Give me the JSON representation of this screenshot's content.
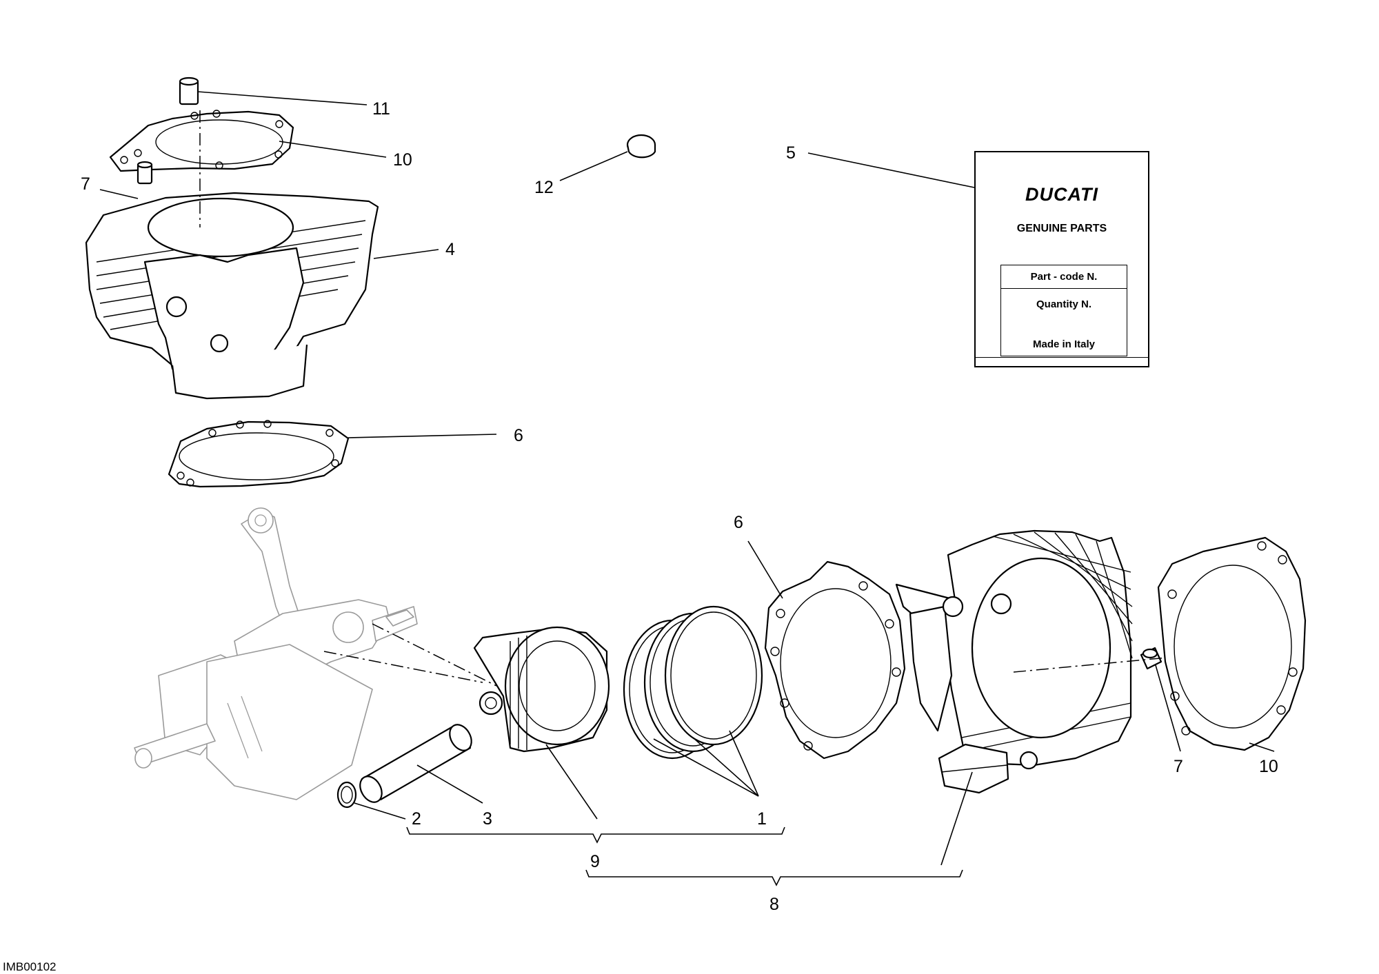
{
  "callouts": {
    "c11": "11",
    "c10_top": "10",
    "c7_top": "7",
    "c4": "4",
    "c12": "12",
    "c5": "5",
    "c6_top": "6",
    "c6_right": "6",
    "c7_right": "7",
    "c10_right": "10",
    "c2": "2",
    "c3": "3",
    "c1": "1",
    "c9": "9",
    "c8": "8"
  },
  "label": {
    "brand": "DUCATI",
    "subtitle": "GENUINE PARTS",
    "row_part_code": "Part - code N.",
    "row_quantity": "Quantity N.",
    "row_origin": "Made in Italy"
  },
  "reference_code": "IMB00102"
}
